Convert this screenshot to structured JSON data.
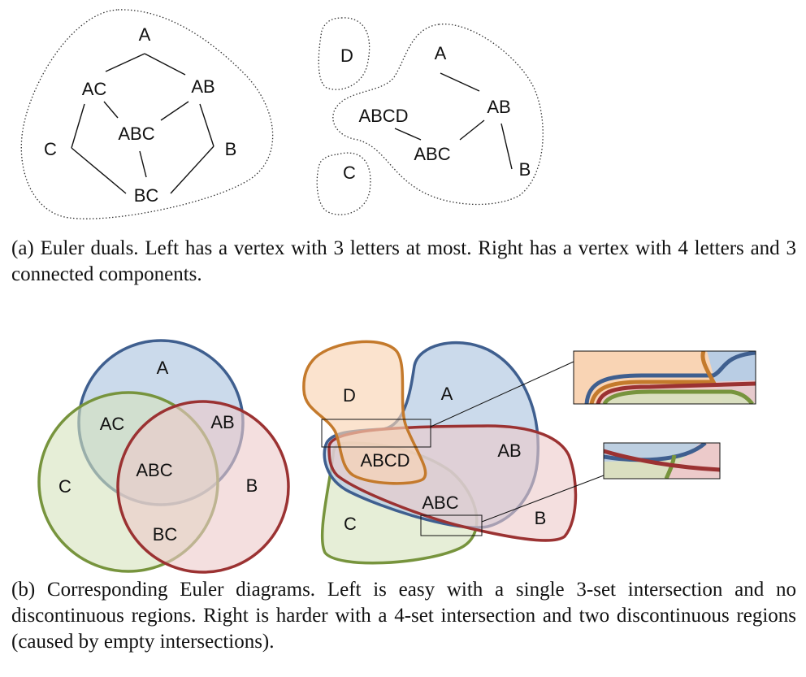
{
  "panel_a": {
    "left_graph": {
      "vertices": [
        "A",
        "AC",
        "AB",
        "ABC",
        "C",
        "B",
        "BC"
      ]
    },
    "right_graph": {
      "vertices": [
        "D",
        "A",
        "ABCD",
        "AB",
        "ABC",
        "C",
        "B"
      ]
    },
    "caption": "(a) Euler duals. Left has a vertex with 3 letters at most. Right has a vertex with 4 letters and 3 connected components."
  },
  "panel_b": {
    "left_diagram": {
      "region_labels": [
        "A",
        "AC",
        "AB",
        "ABC",
        "C",
        "B",
        "BC"
      ]
    },
    "right_diagram": {
      "region_labels": [
        "D",
        "A",
        "ABCD",
        "AB",
        "ABC",
        "C",
        "B"
      ]
    },
    "caption": "(b) Corresponding Euler diagrams. Left is easy with a single 3-set intersection and no discontinuous regions. Right is harder with a 4-set intersection and two discontinuous regions (caused by empty intersections)."
  },
  "colors": {
    "set_a_stroke": "#3f5f8f",
    "set_a_fill": "#b9cde4",
    "set_b_stroke": "#9b3232",
    "set_b_fill": "#eccaca",
    "set_c_stroke": "#77943d",
    "set_c_fill": "#d6e3bd",
    "set_d_stroke": "#c47a2c",
    "set_d_fill": "#f9d4b4"
  }
}
